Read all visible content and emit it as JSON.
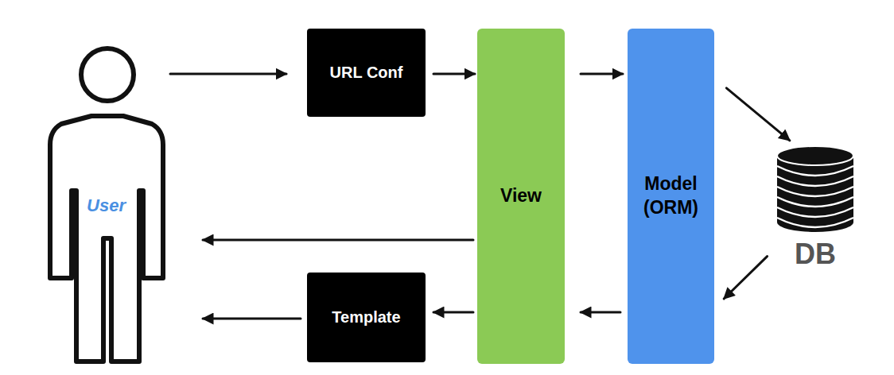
{
  "diagram": {
    "nodes": [
      {
        "text": [
          "User"
        ]
      },
      {
        "text": [
          "URL Conf"
        ]
      },
      {
        "text": [
          "View"
        ]
      },
      {
        "text": [
          "Model (ORM)"
        ]
      },
      {
        "text": [
          "DB"
        ]
      },
      {
        "text": [
          "Template"
        ]
      }
    ],
    "edges": [
      {
        "from": 0,
        "to": 1,
        "arrow": "to"
      },
      {
        "from": 1,
        "to": 2,
        "arrow": "to"
      },
      {
        "from": 2,
        "to": 3,
        "arrow": "to"
      },
      {
        "from": 3,
        "to": 4,
        "arrow": "to"
      },
      {
        "from": 4,
        "to": 3,
        "arrow": "to"
      },
      {
        "from": 3,
        "to": 2,
        "arrow": "to"
      },
      {
        "from": 2,
        "to": 0,
        "arrow": "to"
      },
      {
        "from": 2,
        "to": 5,
        "arrow": "to"
      },
      {
        "from": 5,
        "to": 0,
        "arrow": "to"
      }
    ]
  }
}
